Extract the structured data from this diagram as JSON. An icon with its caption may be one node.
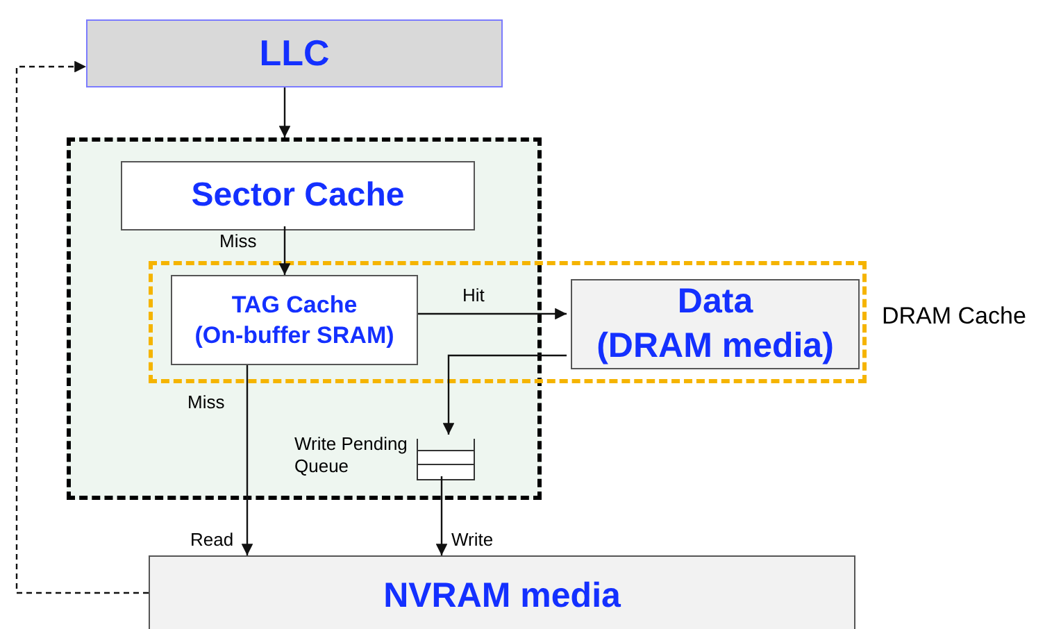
{
  "diagram": {
    "nodes": [
      {
        "text": [
          "LLC"
        ]
      },
      {
        "text": [],
        "shape": "box"
      },
      {
        "text": [
          "Sector Cache"
        ],
        "in": 1
      },
      {
        "text": [
          "DRAM Cache"
        ]
      },
      {
        "text": [
          "TAG Cache",
          "(On-buffer SRAM)"
        ]
      },
      {
        "text": [
          "Data",
          "(DRAM media)"
        ],
        "in": 3
      },
      {
        "text": [],
        "shape": "box",
        "beside": [
          "Write Pending Queue"
        ],
        "in": 1
      },
      {
        "text": [
          "NVRAM media"
        ]
      }
    ],
    "edges": [
      {
        "from": 0,
        "to": 1,
        "arrow": "to"
      },
      {
        "from": 2,
        "to": 4,
        "arrow": "to",
        "label": "Miss"
      },
      {
        "from": 4,
        "to": 5,
        "arrow": "to",
        "label": "Hit"
      },
      {
        "from": 5,
        "to": 6,
        "arrow": "to"
      },
      {
        "from": 4,
        "to": 7,
        "arrow": "to",
        "label": "Miss"
      },
      {
        "from": 6,
        "to": 7,
        "arrow": "to",
        "label": "Write"
      },
      {
        "from": 7,
        "to": 0,
        "arrow": "to",
        "style": "dashed"
      }
    ],
    "labels": [
      "Read"
    ]
  }
}
